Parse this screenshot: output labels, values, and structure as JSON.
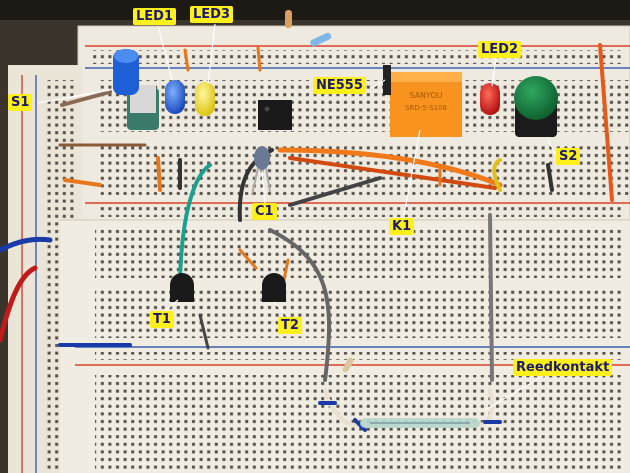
{
  "labels": {
    "s1": "S1",
    "led1": "LED1",
    "led3": "LED3",
    "ne555": "NE555",
    "led2": "LED2",
    "s2": "S2",
    "c1": "C1",
    "k1": "K1",
    "t1": "T1",
    "t2": "T2",
    "reed": "Reedkontakt"
  },
  "relay_marking": {
    "brand": "SANYOU",
    "model": "SRD-5-S108"
  },
  "colors": {
    "label_bg": "#ffef1a",
    "label_text": "#1a1a6e",
    "breadboard": "#efeae0",
    "rail_red": "#d8432b",
    "rail_blue": "#3a5fb0",
    "relay": "#f7931e",
    "led_red": "#e01b1b",
    "led_blue": "#2b6fe0",
    "led_yellow": "#f5e51b",
    "button_green": "#1a7a40",
    "button_blue": "#1e5fd6"
  }
}
